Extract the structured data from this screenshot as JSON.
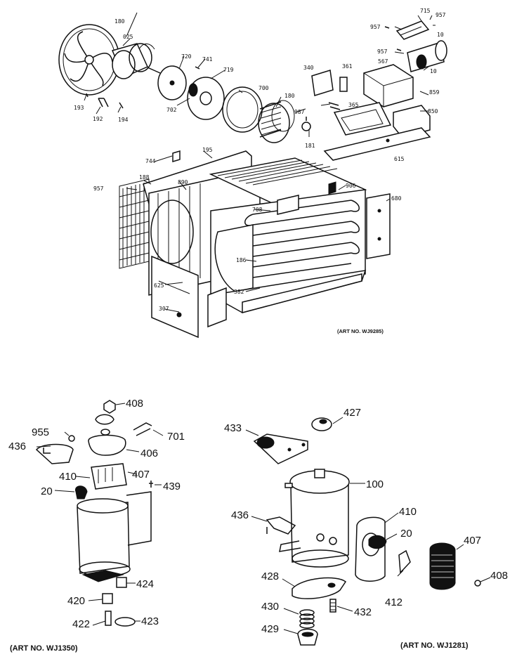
{
  "top_assembly": {
    "art_no": "(ART NO. WJ9285)",
    "labels": {
      "p180a": "180",
      "p025": "025",
      "p720": "720",
      "p741": "741",
      "p719": "719",
      "p700": "700",
      "p702": "702",
      "p180b": "180",
      "p193": "193",
      "p192": "192",
      "p194": "194",
      "p715": "715",
      "p957a": "957",
      "p957b": "957",
      "p10a": "10",
      "p957c": "957",
      "p10b": "10",
      "p340": "340",
      "p361": "361",
      "p567": "567",
      "p859": "859",
      "p850": "850",
      "p987": "987",
      "p365": "365",
      "p181": "181",
      "p615": "615",
      "p744": "744",
      "p195": "195",
      "p957d": "957",
      "p188": "188",
      "p890": "890",
      "p906": "906",
      "p680": "680",
      "p708": "708",
      "p186": "186",
      "p625": "625",
      "p382": "382",
      "p307": "307"
    }
  },
  "left_assembly": {
    "art_no": "(ART NO. WJ1350)",
    "labels": {
      "p408": "408",
      "p955": "955",
      "p701": "701",
      "p436": "436",
      "p406": "406",
      "p410": "410",
      "p407": "407",
      "p20": "20",
      "p439": "439",
      "p424": "424",
      "p420": "420",
      "p422": "422",
      "p423": "423"
    }
  },
  "right_assembly": {
    "art_no": "(ART NO. WJ1281)",
    "labels": {
      "p427": "427",
      "p433": "433",
      "p100": "100",
      "p436": "436",
      "p410": "410",
      "p20": "20",
      "p407": "407",
      "p408": "408",
      "p428": "428",
      "p412": "412",
      "p430": "430",
      "p432": "432",
      "p429": "429"
    }
  }
}
